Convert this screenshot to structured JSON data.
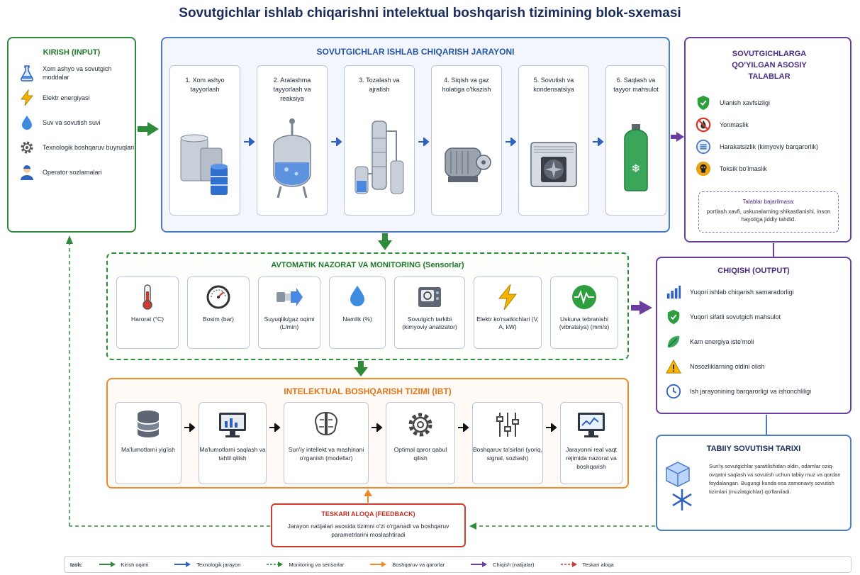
{
  "title": "Sovutgichlar ishlab chiqarishni intelektual boshqarish tizimining blok-sxemasi",
  "input": {
    "heading": "KIRISH (INPUT)",
    "items": [
      {
        "icon": "flask-icon",
        "label": "Xom ashyo va sovutgich moddalar"
      },
      {
        "icon": "lightning-icon",
        "label": "Elektr energiyasi"
      },
      {
        "icon": "water-drop-icon",
        "label": "Suv va sovutish suvi"
      },
      {
        "icon": "gear-icon",
        "label": "Texnologik boshqaruv buyruqlari"
      },
      {
        "icon": "operator-icon",
        "label": "Operator sozlamalari"
      }
    ]
  },
  "process": {
    "heading": "SOVUTGICHLAR ISHLAB CHIQARISH JARAYONI",
    "steps": [
      {
        "label": "1. Xom ashyo tayyorlash",
        "icon": "tanks-icon"
      },
      {
        "label": "2. Aralashma tayyorlash va reaksiya",
        "icon": "reactor-icon"
      },
      {
        "label": "3. Tozalash va ajratish",
        "icon": "distillation-column-icon"
      },
      {
        "label": "4. Siqish va gaz holatiga o'tkazish",
        "icon": "compressor-icon"
      },
      {
        "label": "5. Sovutish va kondensatsiya",
        "icon": "condenser-icon"
      },
      {
        "label": "6. Saqlash va tayyor mahsulot",
        "icon": "gas-cylinder-icon"
      }
    ]
  },
  "requirements": {
    "heading": "SOVUTGICHLARGA QO'YILGAN ASOSIY TALABLAR",
    "items": [
      {
        "icon": "shield-icon",
        "label": "Ulanish xavfsizligi",
        "color": "#2e9e3f"
      },
      {
        "icon": "fire-prohibited-icon",
        "label": "Yonmaslik",
        "color": "#d33a2f"
      },
      {
        "icon": "stability-icon",
        "label": "Harakatsizlik (kimyoviy barqarorlik)",
        "color": "#4a7bc8"
      },
      {
        "icon": "toxic-icon",
        "label": "Toksik bo'lmaslik",
        "color": "#e8a317"
      }
    ],
    "note_title": "Talablar bajarilmasa:",
    "note_text": "portlash xavfi, uskunalarning shikastlanishi, inson hayotiga jiddiy tahdid."
  },
  "monitoring": {
    "heading": "AVTOMATIK NAZORAT VA MONITORING (Sensorlar)",
    "sensors": [
      {
        "icon": "thermometer-icon",
        "label": "Harorat (°C)"
      },
      {
        "icon": "pressure-gauge-icon",
        "label": "Bosim (bar)"
      },
      {
        "icon": "flow-icon",
        "label": "Suyuqlik/gaz oqimi (L/min)"
      },
      {
        "icon": "humidity-icon",
        "label": "Namlik (%)"
      },
      {
        "icon": "analyzer-icon",
        "label": "Sovutgich tarkibi (kimyoviy analizator)"
      },
      {
        "icon": "electric-icon",
        "label": "Elektr ko'rsatkichlari (V, A, kW)"
      },
      {
        "icon": "vibration-icon",
        "label": "Uskuna tebranishi (vibratsiya) (mm/s)"
      }
    ]
  },
  "output": {
    "heading": "CHIQISH (OUTPUT)",
    "items": [
      {
        "icon": "bar-chart-icon",
        "label": "Yuqori ishlab chiqarish samaradorligi"
      },
      {
        "icon": "quality-shield-icon",
        "label": "Yuqori sifatli sovutgich mahsulot"
      },
      {
        "icon": "leaf-icon",
        "label": "Kam energiya iste'moli"
      },
      {
        "icon": "warning-icon",
        "label": "Nosozliklarning oldini olish"
      },
      {
        "icon": "clock-icon",
        "label": "Ish jarayonining barqarorligi va ishonchliligi"
      }
    ]
  },
  "ibt": {
    "heading": "INTELEKTUAL BOSHQARISH TIZIMI (IBT)",
    "blocks": [
      {
        "icon": "database-icon",
        "label": "Ma'lumotlarni yig'ish"
      },
      {
        "icon": "monitor-chart-icon",
        "label": "Ma'lumotlarni saqlash va tahlil qilish"
      },
      {
        "icon": "brain-icon",
        "label": "Sun'iy intellekt va mashinani o'rganish (modellar)"
      },
      {
        "icon": "gear-icon",
        "label": "Optimal qaror qabul qilish"
      },
      {
        "icon": "sliders-icon",
        "label": "Boshqaruv ta'sirlari (yoriq, signal, sozlash)"
      },
      {
        "icon": "display-icon",
        "label": "Jarayonni real vaqt rejimida nazorat va boshqarish"
      }
    ]
  },
  "history": {
    "heading": "TABIIY SOVUTISH TARIXI",
    "text": "Sun'iy sovutgichlar yaratilishidan oldin, odamlar oziq-ovqatni saqlash va sovutish uchun tabiiy muz va qordan foydalangan. Bugungi kunda esa zamonaviy sovutish tizimlari (muzlatgichlar) qo'llaniladi."
  },
  "feedback": {
    "heading": "TESKARI ALOQA (FEEDBACK)",
    "text": "Jarayon natijalari asosida tizimni o'zi o'rganadi va boshqaruv parametrlarini moslashtiradi"
  },
  "legend": {
    "title": "Izoh:",
    "items": [
      {
        "label": "Kirish oqimi",
        "color": "#2e8b3a",
        "style": "solid"
      },
      {
        "label": "Texnologik jarayon",
        "color": "#2f62c0",
        "style": "solid"
      },
      {
        "label": "Monitoring va sensorlar",
        "color": "#2e8b3a",
        "style": "dashed"
      },
      {
        "label": "Boshqaruv va qarorlar",
        "color": "#ef8a2a",
        "style": "solid"
      },
      {
        "label": "Chiqish (natijalar)",
        "color": "#6a3ea1",
        "style": "solid"
      },
      {
        "label": "Teskari aloqa",
        "color": "#d33a2f",
        "style": "dashed"
      }
    ]
  }
}
